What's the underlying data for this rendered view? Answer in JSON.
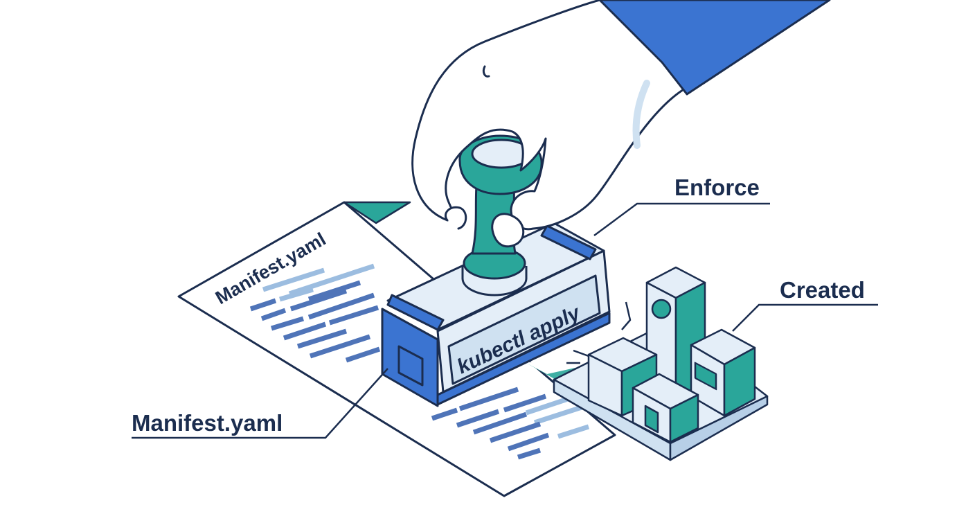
{
  "document": {
    "title": "Manifest.yaml"
  },
  "stamp": {
    "label": "kubectl apply"
  },
  "callouts": {
    "enforce": "Enforce",
    "created": "Created",
    "manifest": "Manifest.yaml"
  },
  "colors": {
    "outline": "#1b2d4f",
    "blue": "#3b74d1",
    "teal": "#2aa69a",
    "light_blue": "#e4eef8",
    "pale": "#cfe1f1"
  }
}
